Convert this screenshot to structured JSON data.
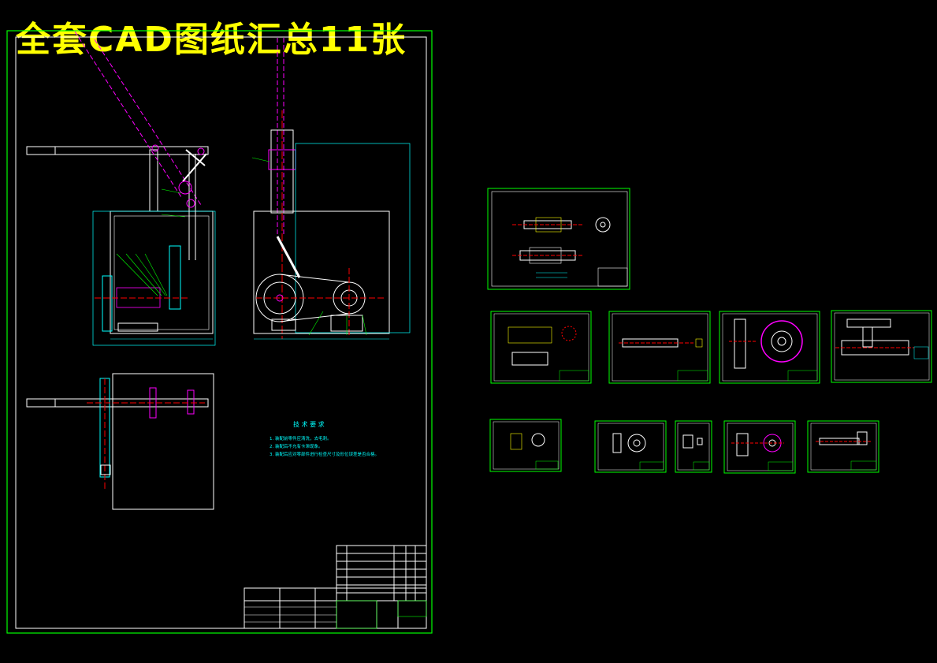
{
  "banner": {
    "title": "全套CAD图纸汇总11张"
  },
  "main_sheet": {
    "notes_heading": "技 术 要 求",
    "notes": [
      "1. 装配前零件应清洗，去毛刺。",
      "2. 装配后不允有卡滞现象。",
      "3. 装配后应对零部件进行检查尺寸及形位误差是否合格。"
    ]
  },
  "colors": {
    "background": "#000000",
    "frame": "#00ff00",
    "outline": "#ffffff",
    "cyan": "#00ffff",
    "magenta": "#ff00ff",
    "red": "#ff0000",
    "yellow": "#ffff00"
  }
}
